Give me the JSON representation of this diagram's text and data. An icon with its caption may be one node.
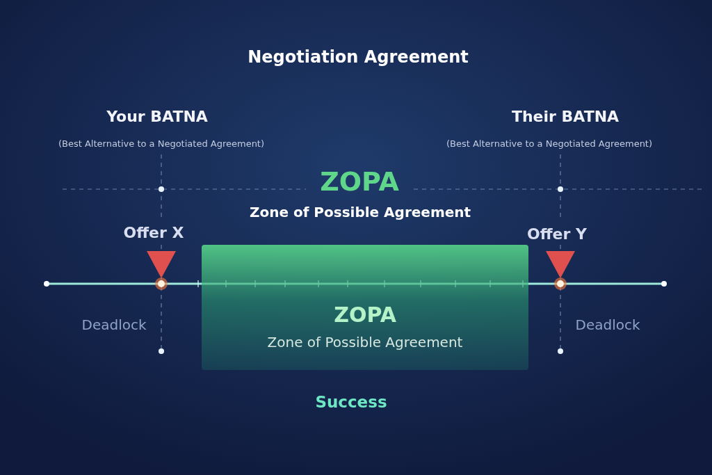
{
  "diagram": {
    "title": "Negotiation Agreement",
    "nodes": [
      {
        "text": [
          "ZOPA",
          "Zone of Possible Agreement"
        ]
      }
    ],
    "labels": [
      "Your BATNA",
      "Their BATNA",
      "(Best Alternative to a Negotiated Agreement)",
      "(Best Alternative to a Negotiated Agreement)",
      "ZOPA",
      "Zone of Possible Agreement",
      "Offer X",
      "Offer Y",
      "Deadlock",
      "Deadlock",
      "Success"
    ]
  }
}
